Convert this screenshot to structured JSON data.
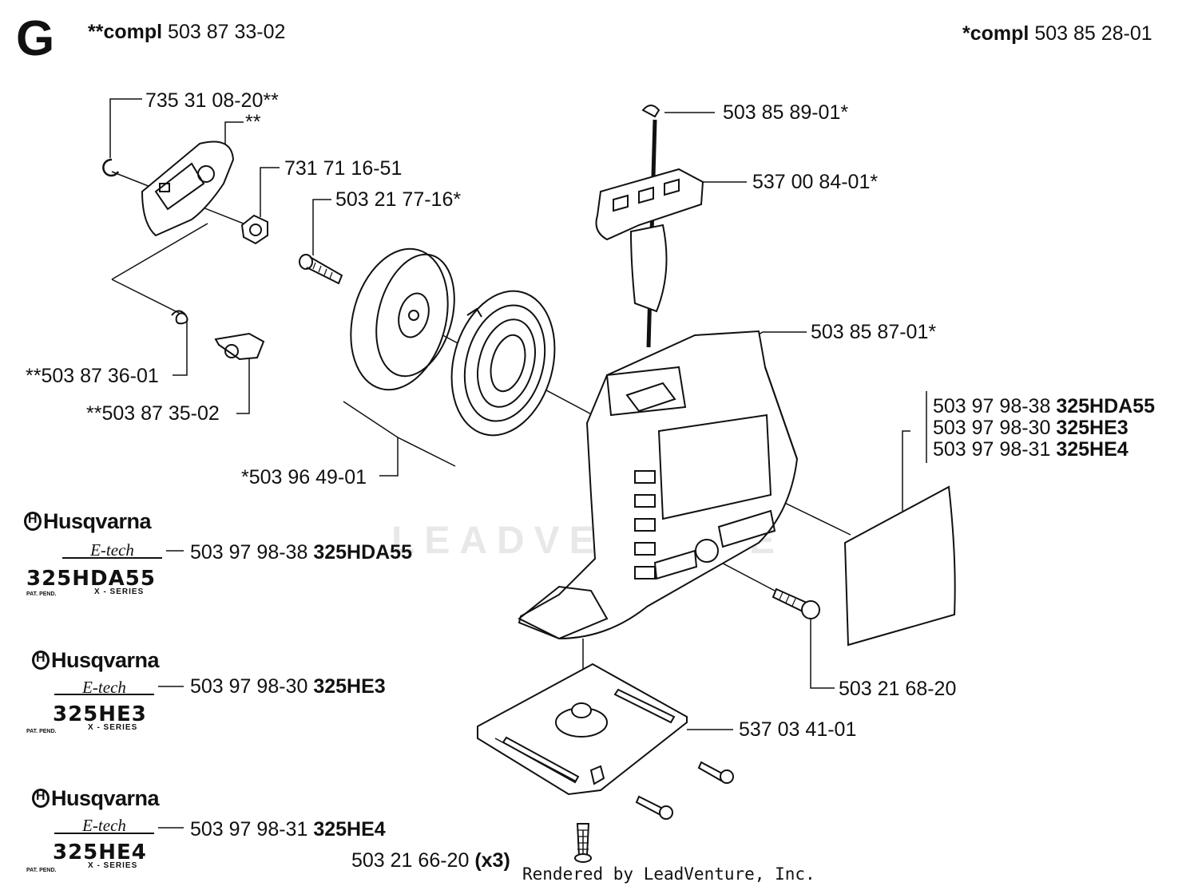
{
  "section": {
    "letter": "G"
  },
  "headers": {
    "left_bold": "**compl",
    "left_number": "503 87 33-02",
    "right_bold": "*compl",
    "right_number": "503 85 28-01"
  },
  "callouts": {
    "c1": "735 31 08-20**",
    "c2": "**",
    "c3": "731 71 16-51",
    "c4": "503 21 77-16*",
    "c5": "503 85 89-01*",
    "c6": "537 00 84-01*",
    "c7": "503 85 87-01*",
    "c8": "**503 87 36-01",
    "c9": "**503 87 35-02",
    "c10": "*503 96 49-01",
    "c11": "503 21 68-20",
    "c12": "537 03 41-01",
    "c13_num": "503 21 66-20",
    "c13_qty": "(x3)"
  },
  "decal_list": [
    {
      "num": "503 97 98-38",
      "model": "325HDA55"
    },
    {
      "num": "503 97 98-30",
      "model": "325HE3"
    },
    {
      "num": "503 97 98-31",
      "model": "325HE4"
    }
  ],
  "brand_blocks": [
    {
      "brand": "Husqvarna",
      "tag": "E-tech",
      "badge": "325HDA55",
      "series": "X - SERIES",
      "pat": "PAT. PEND.",
      "num": "503 97 98-38",
      "model": "325HDA55"
    },
    {
      "brand": "Husqvarna",
      "tag": "E-tech",
      "badge": "325HE3",
      "series": "X - SERIES",
      "pat": "PAT. PEND.",
      "num": "503 97 98-30",
      "model": "325HE3"
    },
    {
      "brand": "Husqvarna",
      "tag": "E-tech",
      "badge": "325HE4",
      "series": "X - SERIES",
      "pat": "PAT. PEND.",
      "num": "503 97 98-31",
      "model": "325HE4"
    }
  ],
  "watermark": "LEADVENTURE",
  "footer": "Rendered by LeadVenture, Inc."
}
